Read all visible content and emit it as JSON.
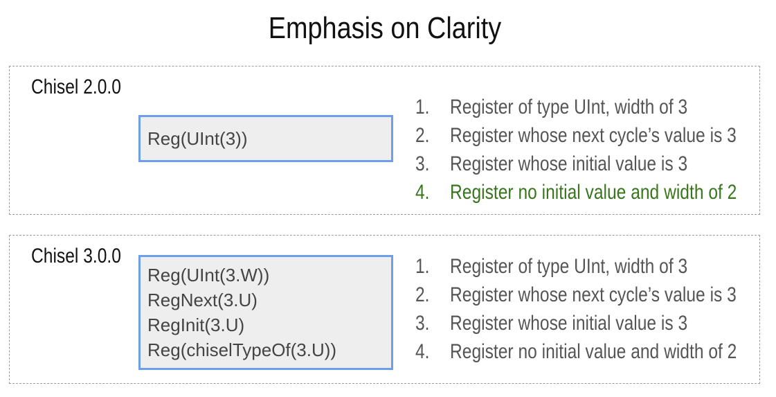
{
  "title": "Emphasis on Clarity",
  "colors": {
    "code_border": "#6d9eeb",
    "code_background": "#eeeeee",
    "correct_option": "#38761d",
    "option_text": "#555555"
  },
  "panels": [
    {
      "label": "Chisel 2.0.0",
      "code": [
        "Reg(UInt(3))"
      ],
      "options": [
        {
          "num": "1.",
          "text": "Register of type UInt, width of 3",
          "highlighted": false
        },
        {
          "num": "2.",
          "text": "Register whose next cycle’s value is 3",
          "highlighted": false
        },
        {
          "num": "3.",
          "text": "Register whose initial value is 3",
          "highlighted": false
        },
        {
          "num": "4.",
          "text": "Register no initial value and width of 2",
          "highlighted": true
        }
      ]
    },
    {
      "label": "Chisel 3.0.0",
      "code": [
        "Reg(UInt(3.W))",
        "RegNext(3.U)",
        "RegInit(3.U)",
        "Reg(chiselTypeOf(3.U))"
      ],
      "options": [
        {
          "num": "1.",
          "text": "Register of type UInt, width of 3",
          "highlighted": false
        },
        {
          "num": "2.",
          "text": "Register whose next cycle’s value is 3",
          "highlighted": false
        },
        {
          "num": "3.",
          "text": "Register whose initial value is 3",
          "highlighted": false
        },
        {
          "num": "4.",
          "text": "Register no initial value and width of 2",
          "highlighted": false
        }
      ]
    }
  ]
}
